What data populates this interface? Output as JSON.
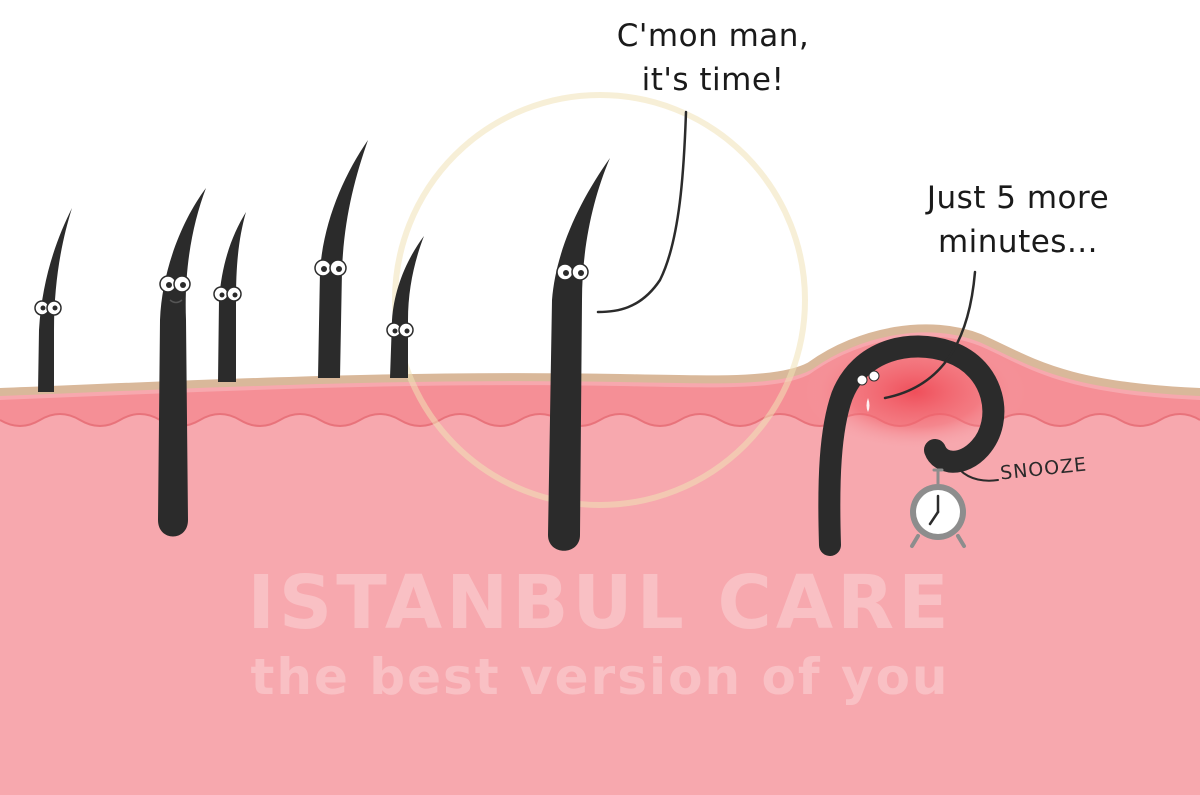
{
  "bubble_left": {
    "line1": "C'mon man,",
    "line2": "it's time!"
  },
  "bubble_right": {
    "line1": "Just 5 more",
    "line2": "minutes..."
  },
  "snooze_label": "SNOOZE",
  "watermark": {
    "brand": "ISTANBUL CARE",
    "tagline": "the best version of you"
  },
  "colors": {
    "skin": "#f7a8ae",
    "skin_edge": "#e8868c",
    "epidermis": "#d9b89a",
    "hair": "#2b2b2b",
    "inflamed": "#ef5560",
    "clock": "#8d8d8d"
  },
  "icons": [
    "alarm-clock-icon"
  ]
}
